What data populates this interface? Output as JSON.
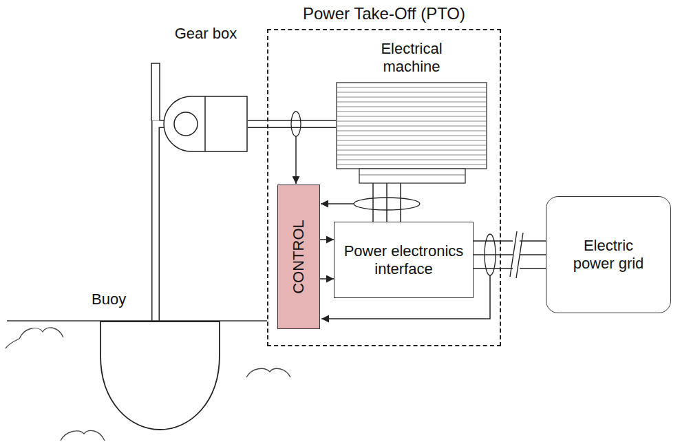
{
  "diagram": {
    "nodes": [
      {
        "text": [
          "Power Take-Off (PTO)"
        ]
      },
      {
        "text": [
          "Gear box"
        ]
      },
      {
        "text": [
          "Electrical machine"
        ],
        "in": 0
      },
      {
        "text": [
          "CONTROL"
        ],
        "in": 0
      },
      {
        "text": [
          "Power electronics interface"
        ],
        "in": 0
      },
      {
        "text": [
          "Electric power grid"
        ]
      },
      {
        "text": [
          "Buoy"
        ]
      }
    ],
    "edges": [
      {
        "from": 1,
        "to": 2,
        "arrow": "none"
      },
      {
        "from": 2,
        "to": 4,
        "arrow": "none"
      },
      {
        "from": 3,
        "to": 4,
        "arrow": "to"
      },
      {
        "from": 3,
        "to": 4,
        "arrow": "to"
      },
      {
        "from": 4,
        "to": 5,
        "arrow": "none"
      },
      {
        "from": 6,
        "to": 1,
        "arrow": "none"
      }
    ]
  }
}
